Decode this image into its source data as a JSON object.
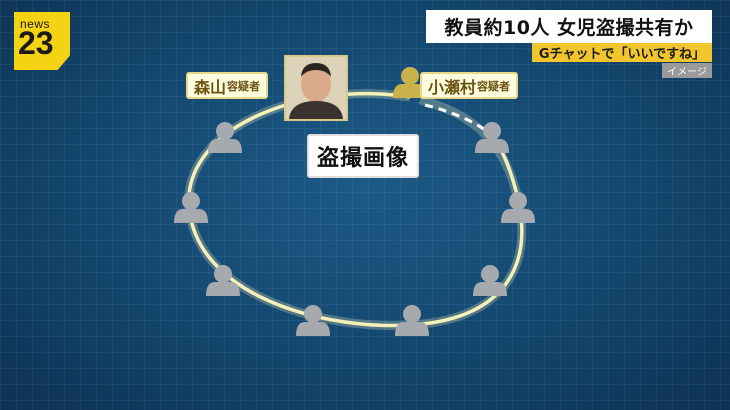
{
  "logo": {
    "top": "news",
    "big": "23"
  },
  "headline": "教員約10人 女児盗撮共有か",
  "subheadline": "Gチャットで「いいですね」",
  "image_tag": "イメージ",
  "suspects": [
    {
      "name": "森山",
      "suffix": "容疑者"
    },
    {
      "name": "小瀬村",
      "suffix": "容疑者"
    }
  ],
  "center_label": "盗撮画像",
  "colors": {
    "ring": "#f2eeb6",
    "highlight_figure": "#c9b24a",
    "gray_figure": "#a6a9ad",
    "headline_bg": "#ffffff",
    "subline_bg": "#f1c52e",
    "logo_bg": "#f3d313"
  },
  "icons": {
    "person": "person-silhouette-icon",
    "photo": "suspect-photo"
  }
}
